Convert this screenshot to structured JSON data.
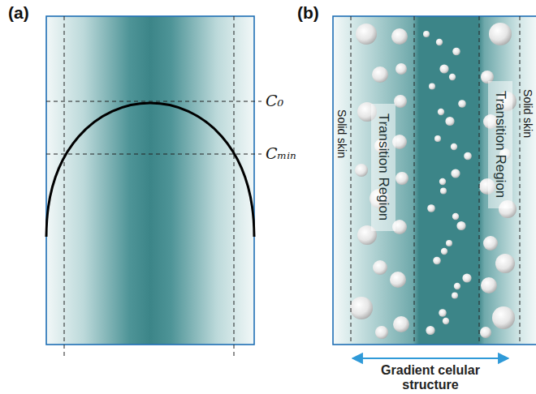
{
  "diagram": {
    "nodes": [
      {
        "text": [
          "Transition Region"
        ]
      },
      {
        "text": [
          "Transition Region"
        ]
      }
    ],
    "labels": [
      "(a)",
      "(b)",
      "C₀",
      "Cₘᵢₙ",
      "Solid skin",
      "Solid skin",
      "Gradient celular structure"
    ]
  }
}
